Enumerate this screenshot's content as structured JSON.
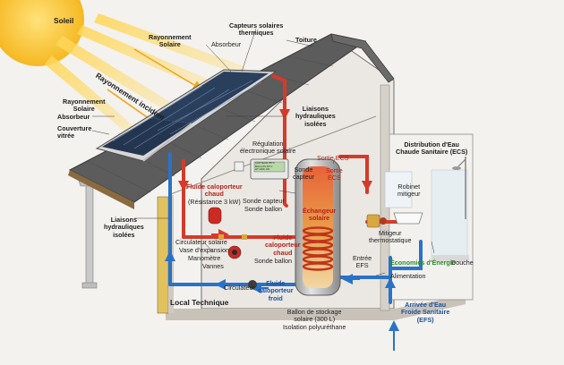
{
  "labels": {
    "soleil": "Soleil",
    "rayonnement_solaire_top": "Rayonnement\nSolaire",
    "capteurs": "Capteurs solaires\nthermiques",
    "toiture": "Toiture",
    "absorbeur_top": "Absorbeur",
    "rayonnement_incident": "Rayonnement incident",
    "rayonnement_solaire_left": "Rayonnement\nSolaire",
    "absorbeur_left": "Absorbeur",
    "couverture": "Couverture\nvitrée",
    "liaisons_top": "Liaisons\nhydrauliques\nisolées",
    "regulation": "Régulation\nélectronique solaire",
    "sonde_capteur_top": "Sonde\ncapteur",
    "sortie_ecs_top": "Sortie ECS",
    "sortie_ecs_mid": "Sortie\nECS",
    "distribution": "Distribution d'Eau\nChaude Sanitaire (ECS)",
    "robinet": "Robinet\nmitigeur",
    "fluide_chaud_res": "Fluide caloporteur\nchaud",
    "resistance": "(Résistance 3 kW)",
    "sonde_capteur_mid": "Sonde capteur",
    "sonde_ballon_top": "Sonde ballon",
    "echangeur": "Échangeur\nsolaire",
    "mitigeur": "Mitigeur\nthermostatique",
    "liaisons_left": "Liaisons\nhydrauliques\nisolées",
    "circulateur_solaire": "Circulateur solaire",
    "vase": "Vase d'expansion",
    "manometre": "Manomètre",
    "vannes": "Vannes",
    "fluide_chaud": "Fluide\ncaloporteur\nchaud",
    "sonde_ballon_mid": "Sonde ballon",
    "entree_efs": "Entrée\nEFS",
    "economies": "Économies d'Énergie",
    "douche": "Douche",
    "alimentation": "Alimentation",
    "local": "Local Technique",
    "circulateur": "Circulateur",
    "fluide_froid": "Fluide\ncaloporteur\nfroid",
    "ballon": "Ballon de stockage\nsolaire (300 L)\nIsolation polyuréthane",
    "arrivee": "Arrivée d'Eau\nFroide Sanitaire\n(EFS)"
  },
  "regulator_screen": [
    "CAPTEUR 85°C",
    "BALLON 45°C",
    "ΔT=40K  ON"
  ],
  "colors": {
    "sun": "#f6c53a",
    "hot_pipe": "#d63a2a",
    "cold_pipe": "#2a72c8",
    "tank_copper": "#c9793b",
    "panel": "#24364f",
    "roof": "#5b5b5b",
    "insulation": "#e2c25f",
    "green": "#2f8a2f"
  },
  "icons": [
    "sun-icon",
    "solar-panel-icon",
    "tank-icon",
    "pump-icon",
    "expansion-vessel-icon",
    "shower-icon",
    "sink-icon",
    "regulator-icon"
  ]
}
